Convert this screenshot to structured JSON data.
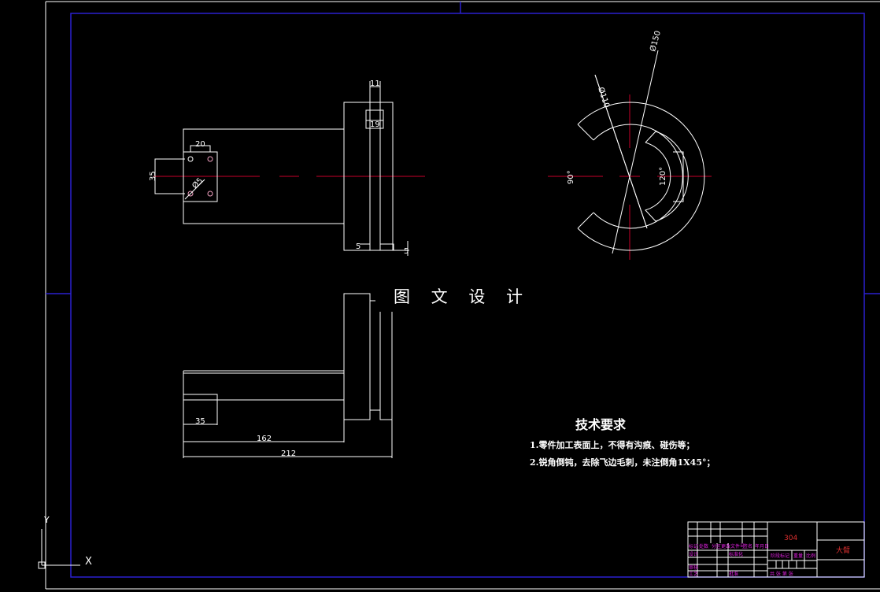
{
  "drawing": {
    "watermark": "图 文 设 计",
    "dimensions": {
      "top_view": {
        "width_20": "20",
        "height_35": "35",
        "hole_dia": "Ø5",
        "slot_11": "11",
        "slot_19": "19",
        "step_5a": "5",
        "step_5b": "5"
      },
      "circle_view": {
        "dia_outer": "Ø150",
        "dia_inner": "Ø110",
        "angle_90": "90°",
        "angle_120": "120°"
      },
      "bottom_view": {
        "len_35": "35",
        "len_162": "162",
        "len_212": "212"
      }
    },
    "technical_requirements": {
      "title": "技术要求",
      "items": [
        "1.零件加工表面上，不得有沟痕、碰伤等；",
        "2.锐角倒钝，去除飞边毛刺，未注倒角1X45°；"
      ]
    },
    "title_block": {
      "material": "304",
      "part_name": "大臂",
      "labels": [
        "标记",
        "处数",
        "分区",
        "更改文件号",
        "签名",
        "年月日",
        "设计",
        "标准化",
        "阶段标记",
        "重量",
        "比例",
        "审核",
        "工艺",
        "批准",
        "共 张 第 张"
      ]
    },
    "ucs": {
      "x_label": "X",
      "y_label": "Y"
    },
    "colors": {
      "background": "#000000",
      "frame": "#2a20d0",
      "centerline": "#c8002a",
      "title_block_text": "#e020e0",
      "material_text": "#e03030"
    }
  }
}
